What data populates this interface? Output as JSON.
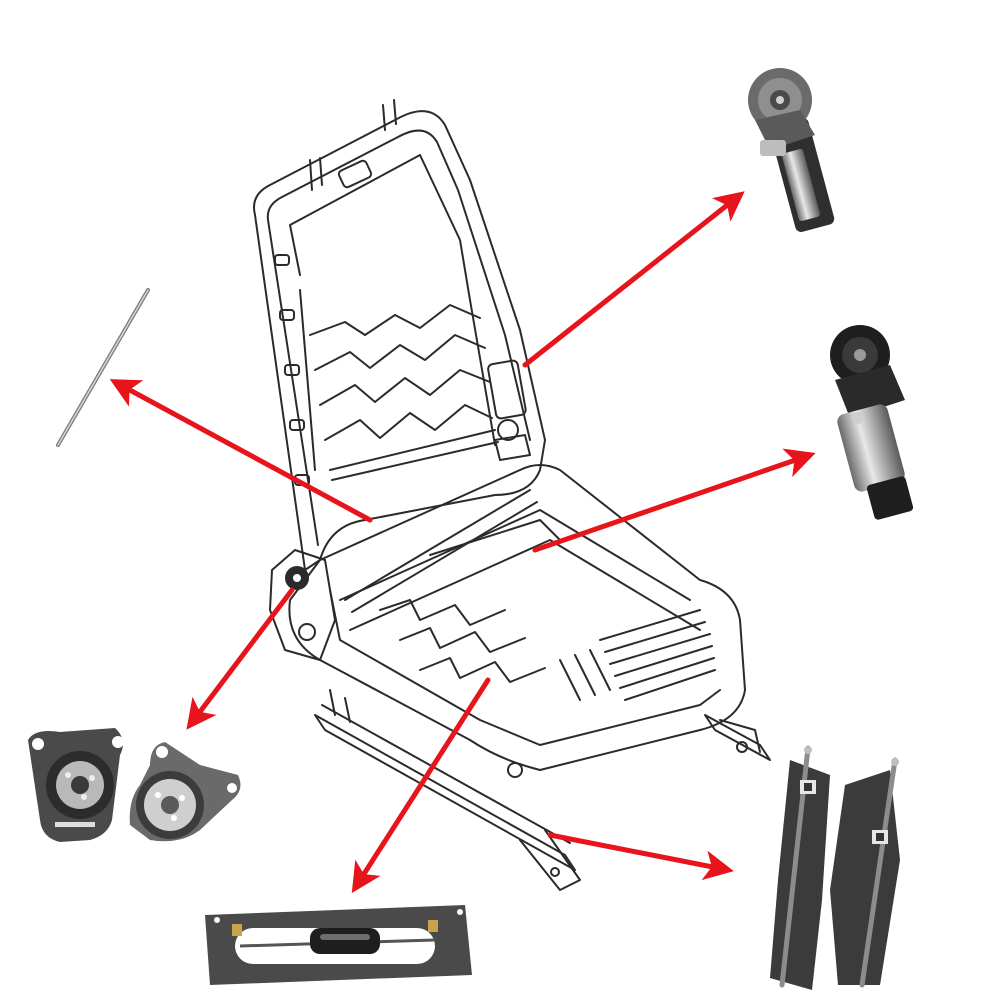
{
  "diagram": {
    "arrow_color": "#e8141c",
    "line_color": "#2b2b2b",
    "part_dark": "#3a3a3a",
    "part_mid": "#8a8a8a",
    "part_light": "#d9d9d9",
    "center_item": "seat-frame",
    "parts": [
      {
        "id": "upper-right-gear-motor",
        "icon": "gear-motor-icon"
      },
      {
        "id": "middle-right-motor",
        "icon": "motor-icon"
      },
      {
        "id": "left-rod",
        "icon": "rod-icon"
      },
      {
        "id": "recliner-mechanisms",
        "icon": "recliner-icon"
      },
      {
        "id": "bottom-center-spindle",
        "icon": "spindle-icon"
      },
      {
        "id": "bottom-right-rails",
        "icon": "rail-icon"
      }
    ]
  }
}
